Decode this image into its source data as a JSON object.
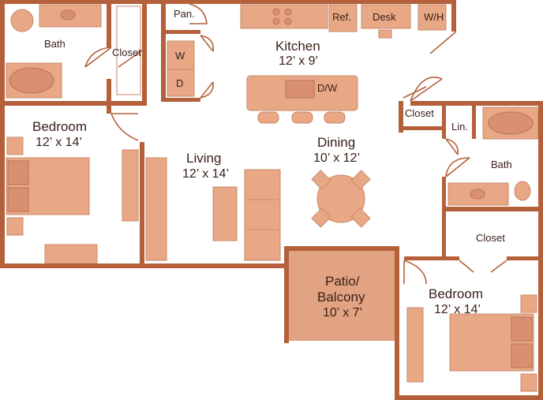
{
  "colors": {
    "wall": "#b4613b",
    "furniture": "#e8a886",
    "patio": "#e2a382",
    "text": "#3a2018"
  },
  "labels": {
    "bath1": "Bath",
    "closet1": "Closet",
    "pantry": "Pan.",
    "washer": "W",
    "dryer": "D",
    "kitchen_name": "Kitchen",
    "kitchen_size": "12’ x 9’",
    "refrigerator": "Ref.",
    "desk": "Desk",
    "water_heater": "W/H",
    "dishwasher": "D/W",
    "bedroom1_name": "Bedroom",
    "bedroom1_size": "12’ x 14’",
    "living_name": "Living",
    "living_size": "12’ x 14’",
    "dining_name": "Dining",
    "dining_size": "10’ x 12’",
    "closet2": "Closet",
    "linen": "Lin.",
    "bath2": "Bath",
    "closet3": "Closet",
    "patio_line1": "Patio/",
    "patio_line2": "Balcony",
    "patio_size": "10’ x 7’",
    "bedroom2_name": "Bedroom",
    "bedroom2_size": "12’ x 14’"
  }
}
